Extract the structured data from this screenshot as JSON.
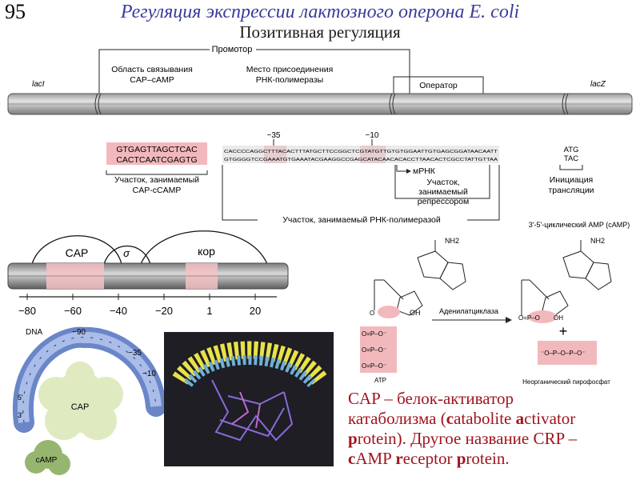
{
  "slide_number": "95",
  "title": "Регуляция экспрессии лактозного оперона E. coli",
  "subtitle": "Позитивная регуляция",
  "operon": {
    "promoter_label": "Промотор",
    "cap_site_label": [
      "Область связывания",
      "CAP–cAMP"
    ],
    "polymerase_site_label": [
      "Место присоединения",
      "РНК-полимеразы"
    ],
    "operator_label": "Оператор",
    "laci_label": "lacI",
    "lacz_label": "lacZ"
  },
  "sequences": {
    "cap_seq_top": "GTGAGTTAGCTCAC",
    "cap_seq_bottom": "CACTCAATCGAGTG",
    "cap_region_label": [
      "Участок, занимаемый",
      "CAP-cCAMP"
    ],
    "minus35": "−35",
    "minus10": "−10",
    "promoter_seq_top": "CACCCCAGGCTTTACACTTTATGCTTCCGGCTCGTATGTTGTGTGGAATTGTGAGCGGATAACAATT",
    "promoter_seq_bottom": "GTGGGGTCCGAAATGTGAAATACGAAGGCCGAGCATACAACACACCTTAACACTCGCCTATTGTTAA",
    "mrna_label": "мРНК",
    "repressor_region_label": [
      "Участок,",
      "занимаемый",
      "репрессором"
    ],
    "polymerase_region_label": "Участок, занимаемый РНК-полимеразой",
    "start_codon_top": "ATG",
    "start_codon_bottom": "TAC",
    "initiation_label": [
      "Инициация",
      "трансляции"
    ]
  },
  "binding_map": {
    "cap_label": "CAP",
    "sigma_label": "σ",
    "core_label": "кор",
    "ticks": [
      "−80",
      "−60",
      "−40",
      "−20",
      "1",
      "20"
    ]
  },
  "camp_model": {
    "dna_label": "DNA",
    "pos_minus90": "−90",
    "pos_minus35": "−35",
    "pos_minus10": "−10",
    "end5": "5'",
    "end3": "3'",
    "cap_label": "CAP",
    "camp_label": "cAMP"
  },
  "chemistry": {
    "camp_title": "3'-5'-циклический AMP (cAMP)",
    "nh2_left": "NH2",
    "nh2_right": "NH2",
    "atp_label": "ATP",
    "enzyme_label": "Аденилатциклаза",
    "plus": "+",
    "pyrophosphate_label": "Неорганический  пирофосфат"
  },
  "note": {
    "line1": "CAP – белок-активатор",
    "line2_pre": "катаболизма (",
    "w1b": "c",
    "w1": "atabolite ",
    "w2b": "a",
    "w2": "ctivator",
    "line3_b": "p",
    "line3": "rotein). Другое название CRP –",
    "line4_b1": "c",
    "line4_a": "AMP ",
    "line4_b2": "r",
    "line4_b": "eceptor ",
    "line4_b3": "p",
    "line4_c": "rotein."
  }
}
